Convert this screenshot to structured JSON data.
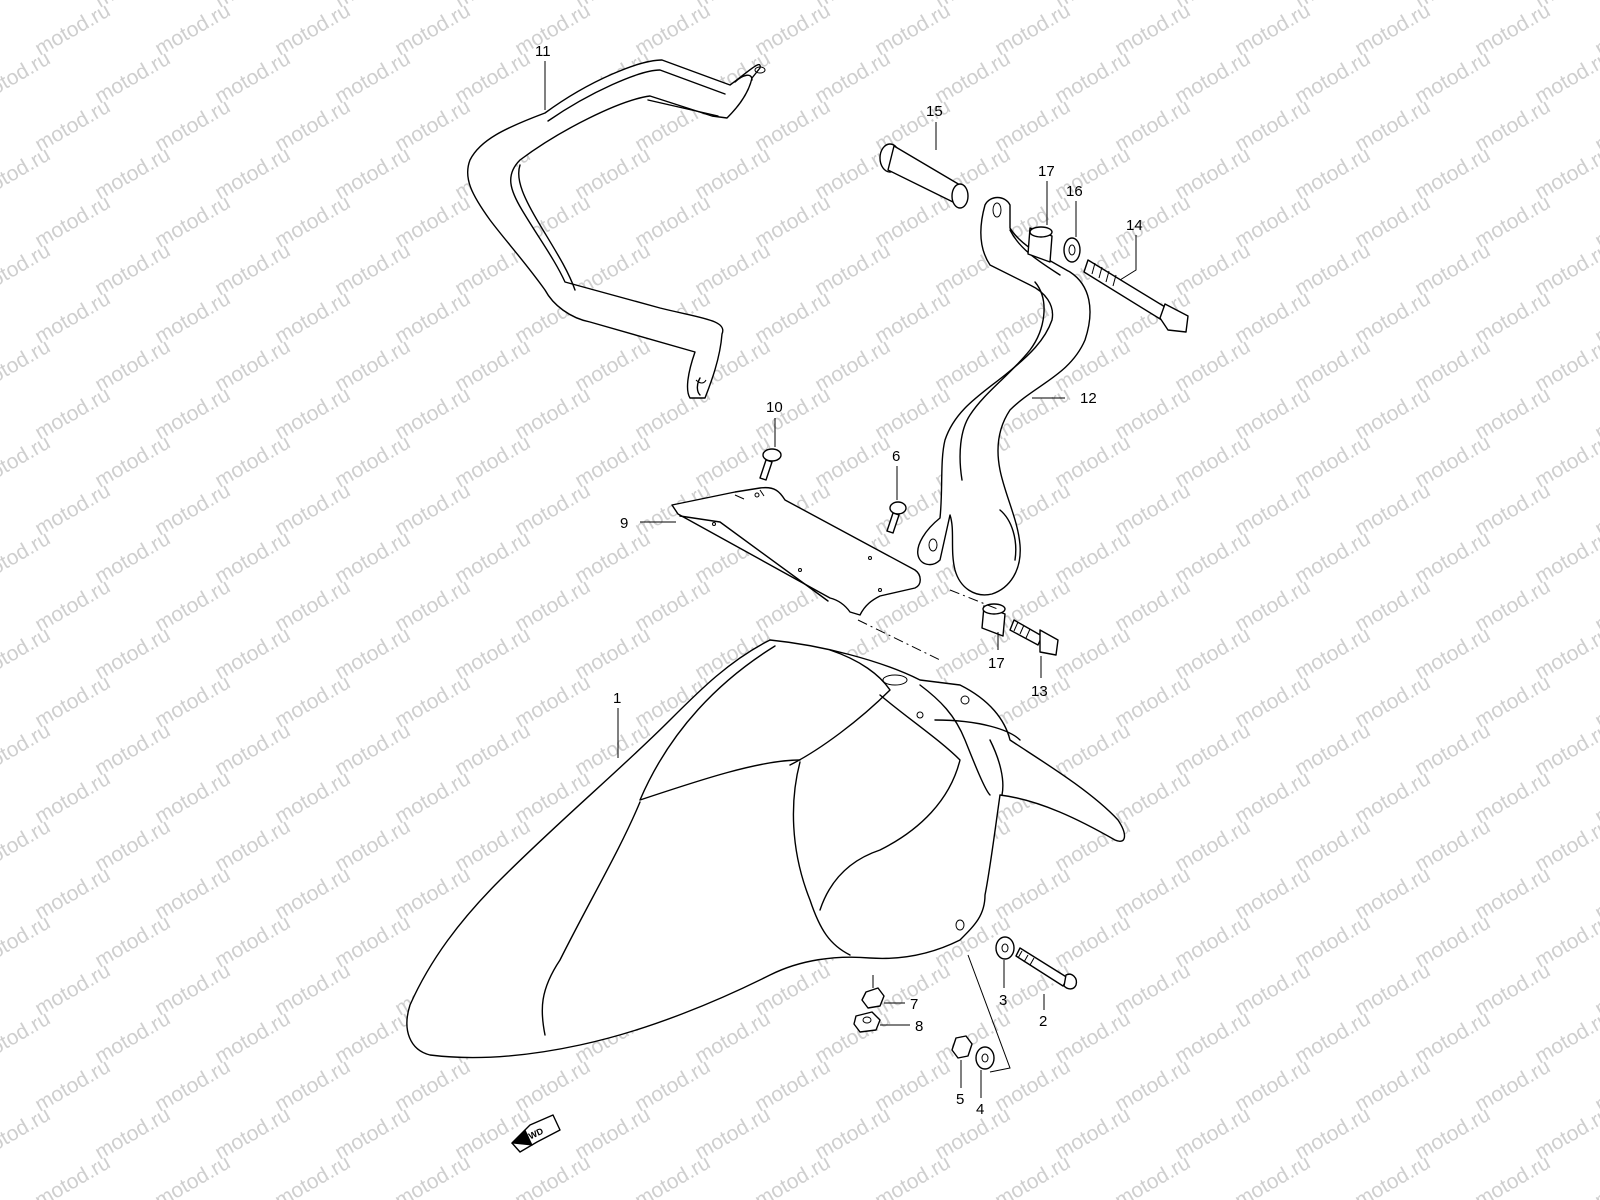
{
  "watermark": {
    "text": "motod.ru",
    "color": "#cfcfcf"
  },
  "fwd_label": "FWD",
  "callouts": {
    "c1": "1",
    "c2": "2",
    "c3": "3",
    "c4": "4",
    "c5": "5",
    "c6": "6",
    "c7": "7",
    "c8": "8",
    "c9": "9",
    "c10": "10",
    "c11": "11",
    "c12": "12",
    "c13": "13",
    "c14": "14",
    "c15": "15",
    "c16": "16",
    "c17a": "17",
    "c17b": "17"
  }
}
